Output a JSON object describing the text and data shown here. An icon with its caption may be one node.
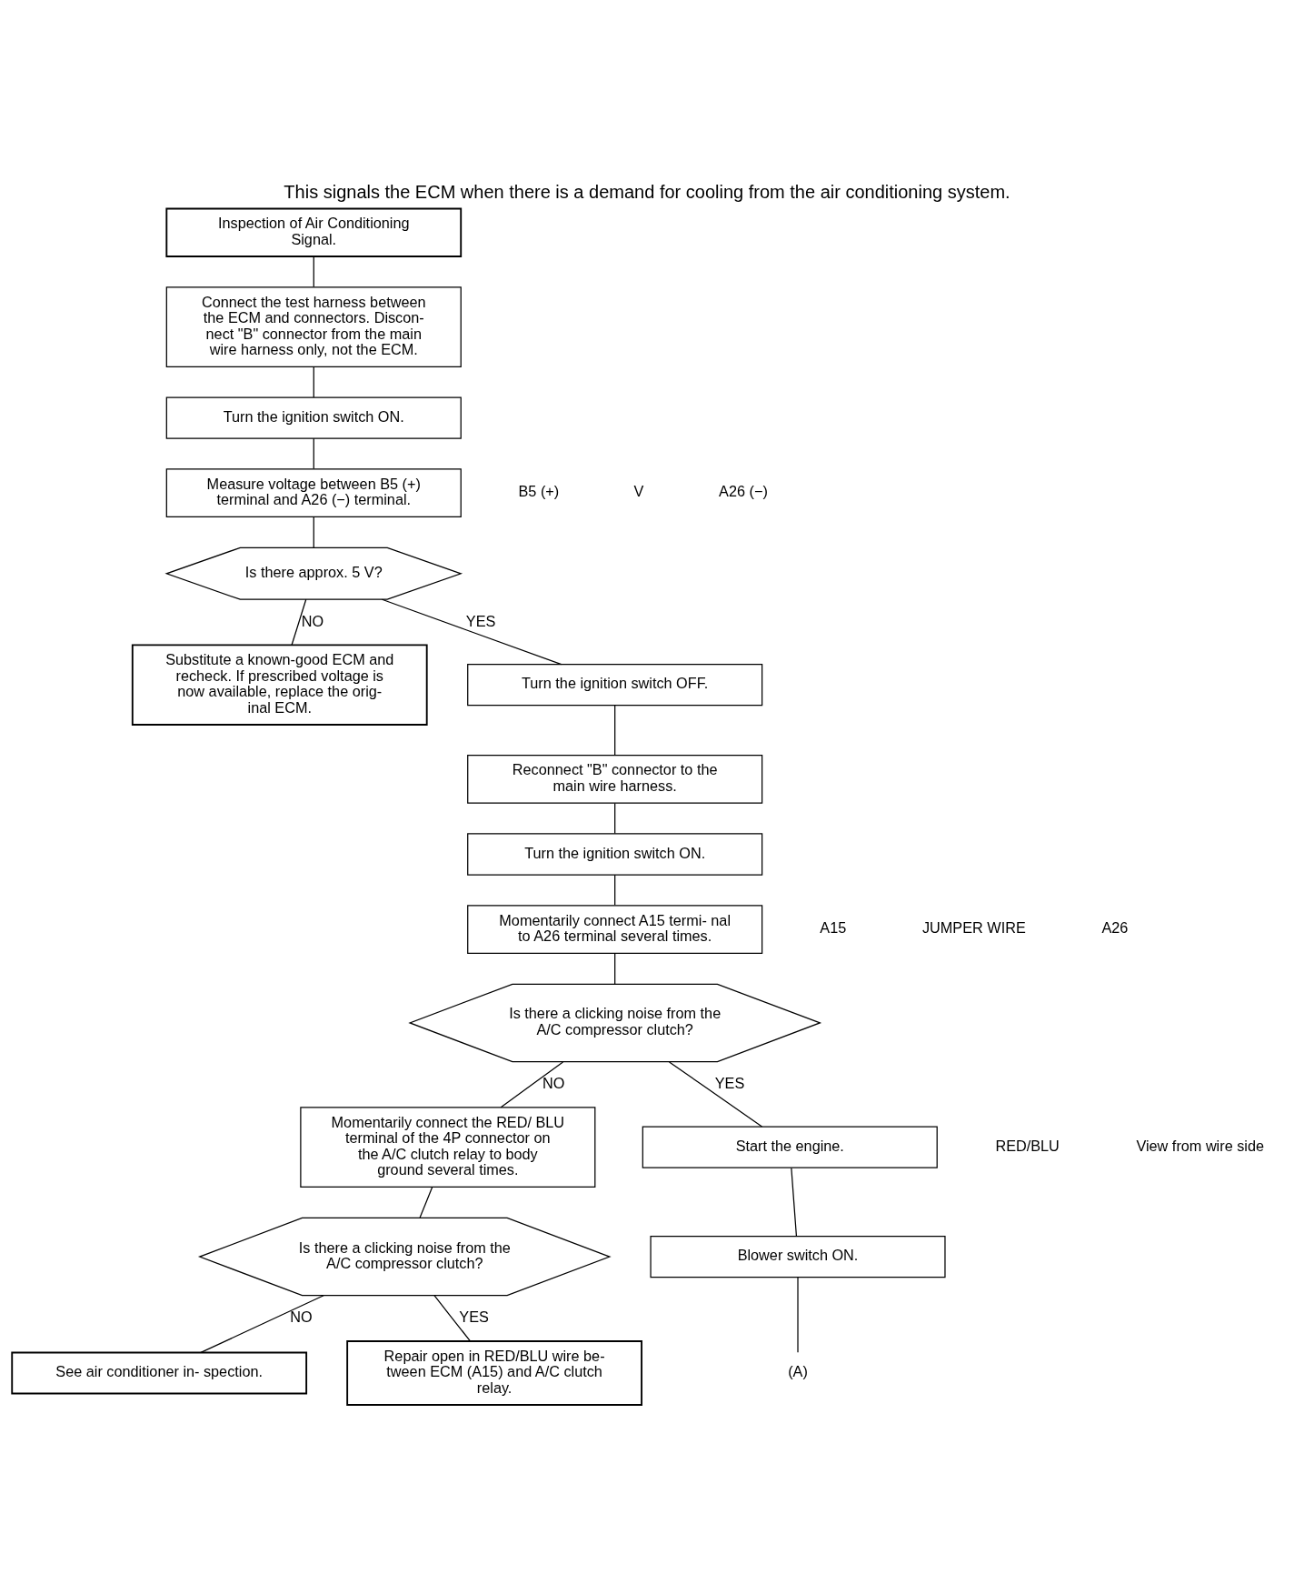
{
  "diagram": {
    "title": "This signals the ECM when there is a demand for cooling from the air conditioning system.",
    "nodes": [
      {
        "text": [
          "Inspection of Air Conditioning Signal."
        ]
      },
      {
        "text": [
          "Connect the test harness between the ECM and connectors. Discon- nect \"B\" connector from the main wire harness only, not the ECM."
        ]
      },
      {
        "text": [
          "Turn the ignition switch ON."
        ]
      },
      {
        "text": [
          "Measure voltage between B5 (+) terminal and A26 (−) terminal."
        ]
      },
      {
        "text": [
          "Is there approx. 5 V?"
        ]
      },
      {
        "text": [
          "Substitute a known-good ECM and recheck. If prescribed voltage is now available, replace the orig- inal ECM."
        ]
      },
      {
        "text": [
          "Turn the ignition switch OFF."
        ]
      },
      {
        "text": [
          "Reconnect \"B\" connector to the main wire harness."
        ]
      },
      {
        "text": [
          "Turn the ignition switch ON."
        ]
      },
      {
        "text": [
          "Momentarily connect A15 termi- nal to A26 terminal several times."
        ]
      },
      {
        "text": [
          "Is there a clicking noise from the A/C compressor clutch?"
        ]
      },
      {
        "text": [
          "Momentarily connect the RED/ BLU terminal of the 4P connector on the A/C clutch relay to body ground several times."
        ]
      },
      {
        "text": [
          "Start the engine."
        ]
      },
      {
        "text": [
          "Is there a clicking noise from the A/C compressor clutch?"
        ]
      },
      {
        "text": [
          "See air conditioner in- spection."
        ]
      },
      {
        "text": [
          "Blower switch ON."
        ]
      },
      {
        "text": [
          "Repair open in RED/BLU wire be- tween ECM (A15) and A/C clutch relay."
        ]
      },
      {
        "text": [
          "(A)"
        ]
      }
    ],
    "edges": [
      {
        "from": 0,
        "to": 1,
        "arrow": "none"
      },
      {
        "from": 1,
        "to": 2,
        "arrow": "none"
      },
      {
        "from": 2,
        "to": 3,
        "arrow": "none"
      },
      {
        "from": 3,
        "to": 4,
        "arrow": "none"
      },
      {
        "from": 4,
        "to": 5,
        "arrow": "none",
        "label": "NO"
      },
      {
        "from": 4,
        "to": 6,
        "arrow": "none",
        "label": "YES"
      },
      {
        "from": 6,
        "to": 7,
        "arrow": "none"
      },
      {
        "from": 7,
        "to": 8,
        "arrow": "none"
      },
      {
        "from": 8,
        "to": 9,
        "arrow": "none"
      },
      {
        "from": 9,
        "to": 10,
        "arrow": "none"
      },
      {
        "from": 10,
        "to": 11,
        "arrow": "none",
        "label": "NO"
      },
      {
        "from": 10,
        "to": 12,
        "arrow": "none",
        "label": "YES"
      },
      {
        "from": 11,
        "to": 13,
        "arrow": "none"
      },
      {
        "from": 13,
        "to": 14,
        "arrow": "none",
        "label": "NO"
      },
      {
        "from": 13,
        "to": 16,
        "arrow": "none",
        "label": "YES"
      },
      {
        "from": 12,
        "to": 15,
        "arrow": "none"
      },
      {
        "from": 15,
        "to": 17,
        "arrow": "none"
      }
    ],
    "labels": [
      "B5 (+)",
      "V",
      "A26 (−)",
      "A15",
      "JUMPER WIRE",
      "A26",
      "RED/BLU",
      "View from wire side"
    ]
  }
}
